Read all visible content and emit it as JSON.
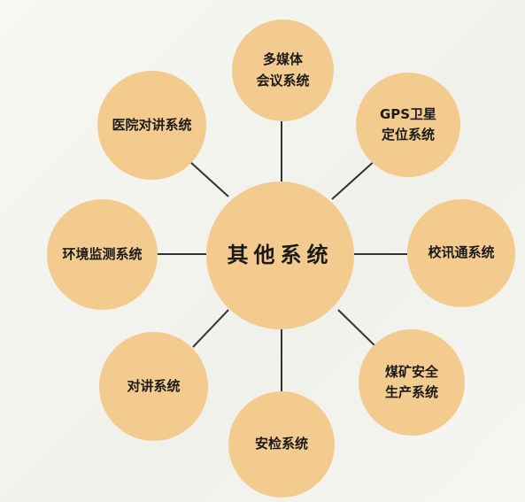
{
  "diagram": {
    "center": {
      "label": "其他系统"
    },
    "nodes": [
      {
        "id": "top",
        "label": "多媒体\n会议系统"
      },
      {
        "id": "top-right",
        "label": "GPS卫星\n定位系统"
      },
      {
        "id": "right",
        "label": "校讯通系统"
      },
      {
        "id": "bottom-right",
        "label": "煤矿安全\n生产系统"
      },
      {
        "id": "bottom",
        "label": "安检系统"
      },
      {
        "id": "bottom-left",
        "label": "对讲系统"
      },
      {
        "id": "left",
        "label": "环境监测系统"
      },
      {
        "id": "top-left",
        "label": "医院对讲系统"
      }
    ],
    "colors": {
      "node_fill": "#f4cb8f",
      "line": "#333333",
      "background": "#f4f4f0"
    }
  }
}
